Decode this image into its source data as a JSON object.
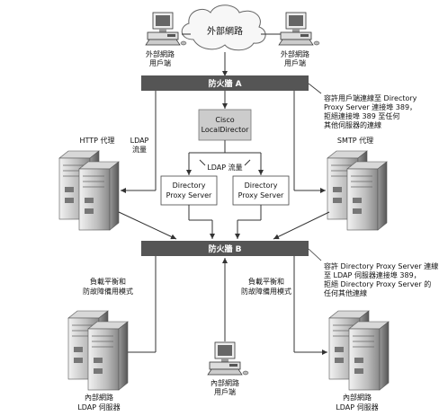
{
  "external_network": "外部網路",
  "external_client_left": [
    "外部網路",
    "用戶端"
  ],
  "external_client_right": [
    "外部網路",
    "用戶端"
  ],
  "firewall_a": "防火牆 A",
  "firewall_b": "防火牆 B",
  "note_a": [
    "容許用戶端連線至 Directory",
    "Proxy Server 連接埠 389，",
    "拒絕連接埠 389 至任何",
    "其他伺服器的連線"
  ],
  "note_b": [
    "容許 Directory Proxy Server 連線",
    "至 LDAP 伺服器連接埠 389，",
    "拒絕 Directory Proxy Server 的",
    "任何其他連線"
  ],
  "http_proxy": "HTTP 代理",
  "smtp_proxy": "SMTP 代理",
  "ldap_traffic_left": [
    "LDAP",
    "流量"
  ],
  "ldap_traffic_center": "LDAP 流量",
  "load_director": [
    "Cisco",
    "LocalDirector"
  ],
  "proxy_server_1": [
    "Directory",
    "Proxy Server"
  ],
  "proxy_server_2": [
    "Directory",
    "Proxy Server"
  ],
  "lb_mode_left": [
    "負載平衡和",
    "防故障備用模式"
  ],
  "lb_mode_center": [
    "負載平衡和",
    "防故障備用模式"
  ],
  "internal_ldap_left": [
    "內部網路",
    "LDAP 伺服器"
  ],
  "internal_ldap_right": [
    "內部網路",
    "LDAP 伺服器"
  ],
  "internal_client": [
    "內部網路",
    "用戶端"
  ],
  "colors": {
    "firewall": "#555555",
    "director_box": "#cccccc",
    "line": "#333333"
  }
}
